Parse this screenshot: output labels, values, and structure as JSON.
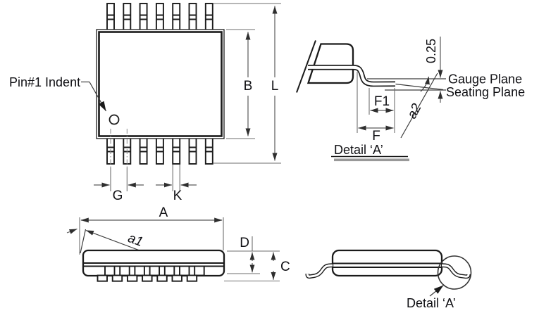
{
  "colors": {
    "background": "#ffffff",
    "outline": "#1a1a1a",
    "dimension_line": "#6e6e6e",
    "arrowhead": "#2e2e2e",
    "text": "#101014",
    "title_underline_gray": "#999999"
  },
  "top_view": {
    "pin_count_per_side": 7,
    "pin1_annotation": "Pin#1 Indent",
    "dim_body_length": "B",
    "dim_overall_length": "L",
    "dim_lead_pitch": "G",
    "dim_lead_width": "K"
  },
  "lead_detail_view": {
    "title": "Detail ‘A’",
    "dim_foot_flat": "F1",
    "dim_foot_span": "F",
    "dim_foot_angle": "a2",
    "dim_gauge_offset": "0.25",
    "gauge_plane_label": "Gauge Plane",
    "seating_plane_label": "Seating Plane"
  },
  "side_view": {
    "dim_overall_width": "A",
    "dim_corner_angle": "a1",
    "dim_body_thickness": "D",
    "dim_overall_height": "C"
  },
  "profile_view": {
    "callout_label": "Detail ‘A’"
  }
}
